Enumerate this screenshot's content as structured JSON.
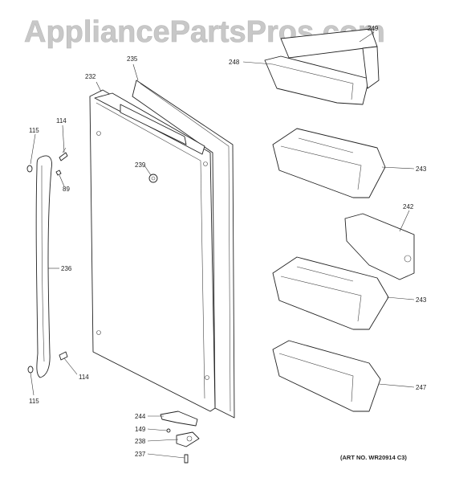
{
  "watermark": "AppliancePartsPros.com",
  "art_number": "(ART NO. WR20914 C3)",
  "callouts": {
    "c249": "249",
    "c248": "248",
    "c235": "235",
    "c232": "232",
    "c115_top": "115",
    "c114_top": "114",
    "c89": "89",
    "c239": "239",
    "c243_top": "243",
    "c242": "242",
    "c236": "236",
    "c243_bottom": "243",
    "c114_bottom": "114",
    "c247": "247",
    "c115_bottom": "115",
    "c244": "244",
    "c149": "149",
    "c238": "238",
    "c237": "237"
  }
}
